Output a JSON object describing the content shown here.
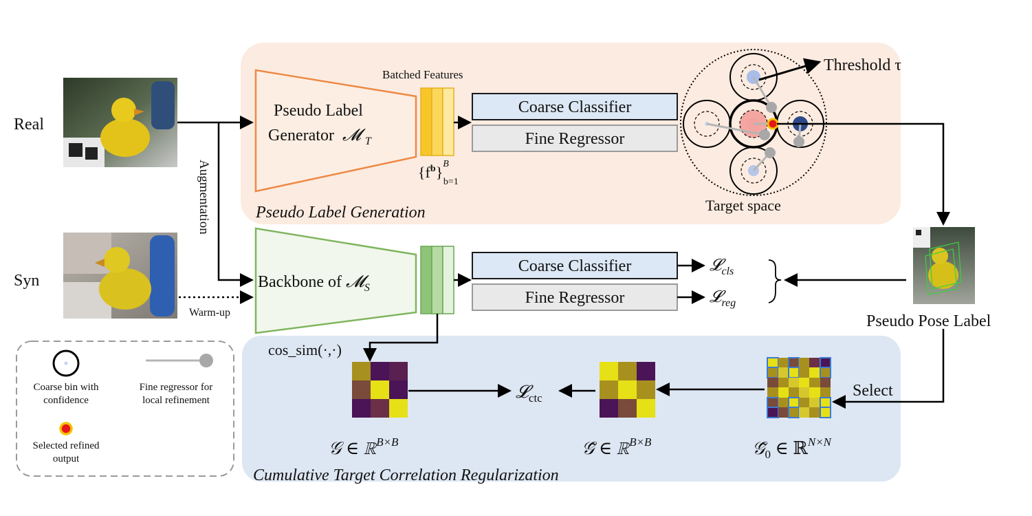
{
  "inputs": {
    "real_label": "Real",
    "syn_label": "Syn",
    "augmentation_label": "Augmentation",
    "warmup_label": "Warm-up"
  },
  "top_panel": {
    "section_title": "Pseudo Label Generation",
    "generator_line1": "Pseudo Label",
    "generator_line2": "Generator",
    "generator_symbol": "𝓜",
    "generator_sub": "T",
    "batched_features": "Batched Features",
    "features_set": "{f",
    "features_sup_b": "b",
    "features_close": "}",
    "features_sup_B": "B",
    "features_sub": "b=1",
    "coarse_classifier": "Coarse Classifier",
    "fine_regressor": "Fine Regressor",
    "threshold": "Threshold τ",
    "target_space": "Target space"
  },
  "middle_panel": {
    "backbone_text": "Backbone of ",
    "backbone_symbol": "𝓜",
    "backbone_sub": "S",
    "coarse_classifier": "Coarse Classifier",
    "fine_regressor": "Fine Regressor",
    "loss_cls_symbol": "𝓛",
    "loss_cls_sub": "cls",
    "loss_reg_symbol": "𝓛",
    "loss_reg_sub": "reg",
    "pseudo_pose_label": "Pseudo Pose Label"
  },
  "bottom_panel": {
    "section_title": "Cumulative Target Correlation Regularization",
    "cos_sim": "cos_sim(·,·)",
    "loss_ctc_symbol": "𝓛",
    "loss_ctc_sub": "ctc",
    "select": "Select",
    "G_formula": "𝒢 ∈ ℝ",
    "G_sup": "B×B",
    "Gtilde_formula": "𝒢̃ ∈ ℝ",
    "Gtilde_sup": "B×B",
    "G0_formula": "𝒢̃",
    "G0_sub": "0",
    "G0_rest": " ∈ ℝ",
    "G0_sup": "N×N"
  },
  "legend": {
    "coarse_bin_line1": "Coarse bin with",
    "coarse_bin_line2": "confidence",
    "fine_reg_line1": "Fine regressor for",
    "fine_reg_line2": "local refinement",
    "selected_line1": "Selected refined",
    "selected_line2": "output"
  },
  "colors": {
    "top_panel_bg": "#fcebe0",
    "bottom_panel_bg": "#dde7f3",
    "generator_stroke": "#ec8a46",
    "backbone_stroke": "#7fb55e",
    "coarse_fill": "#dce8f5",
    "fine_fill": "#e9e9e9",
    "heat_yellow": "#e6e017",
    "heat_purple": "#4a1456",
    "heat_olive": "#a8901f",
    "heat_brown": "#7a4a3a"
  },
  "heatmaps": {
    "G": [
      [
        "#a8901f",
        "#4a1456",
        "#5a2050"
      ],
      [
        "#7a4a3a",
        "#e6e017",
        "#4a1456"
      ],
      [
        "#4a1456",
        "#6b3048",
        "#e6e017"
      ]
    ],
    "G_tilde": [
      [
        "#e6e017",
        "#a8901f",
        "#4a1456"
      ],
      [
        "#a8901f",
        "#e6e017",
        "#a8901f"
      ],
      [
        "#4a1456",
        "#7a4a3a",
        "#e6e017"
      ]
    ]
  }
}
